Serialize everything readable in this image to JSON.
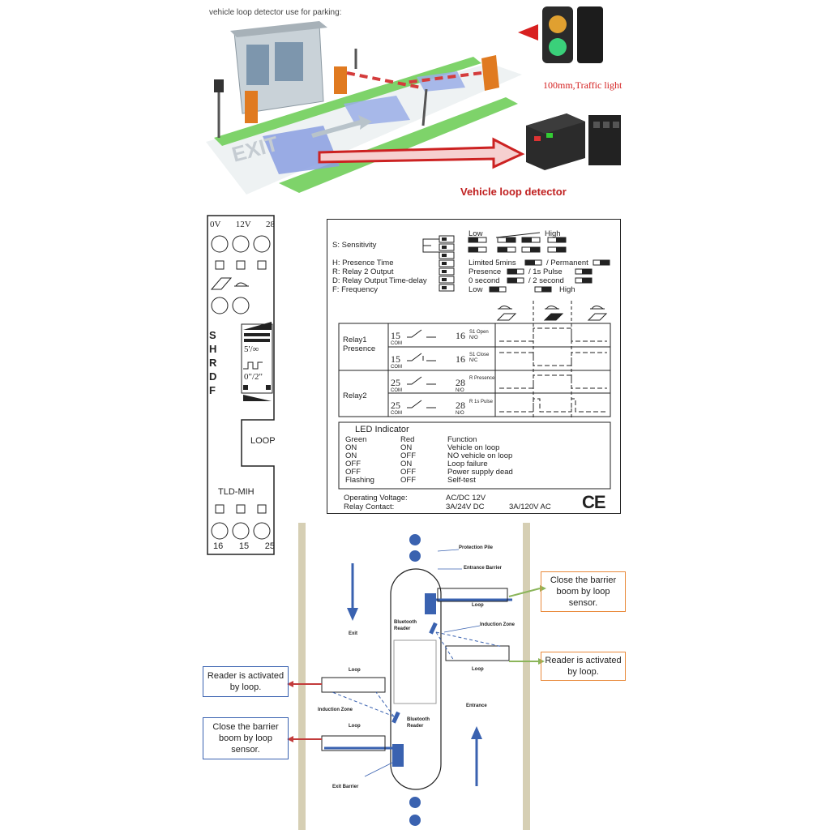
{
  "top": {
    "caption": "vehicle loop detector use for parking:",
    "traffic_label": "100mm,Traffic light",
    "detector_label": "Vehicle loop detector",
    "ground_text": "EXIT",
    "colors": {
      "lane": "#7ed36a",
      "loop": "#8a9fe0",
      "arrow": "#cc2222",
      "barrier": "#e07a20"
    }
  },
  "module": {
    "top_terminals": [
      "0V",
      "12V",
      "28"
    ],
    "switch_letters": [
      "S",
      "H",
      "R",
      "D",
      "F"
    ],
    "switch_notes": [
      "5'/∞",
      "0\"/2\""
    ],
    "loop_label": "LOOP",
    "model": "TLD-MIH",
    "bottom_terminals": [
      "16",
      "15",
      "25"
    ]
  },
  "spec": {
    "sens_low": "Low",
    "sens_high": "High",
    "settings": [
      "S: Sensitivity",
      "H: Presence Time",
      "R: Relay 2 Output",
      "D: Relay Output Time-delay",
      "F: Frequency"
    ],
    "options": {
      "h_a": "Limited 5mins",
      "h_b": "/ Permanent",
      "r_a": "Presence",
      "r_b": "/ 1s Pulse",
      "d_a": "0 second",
      "d_b": "/ 2 second",
      "f_a": "Low",
      "f_b": "High"
    },
    "relay1": "Relay1 Presence",
    "relay2": "Relay2",
    "contacts": {
      "r1a_l": "15",
      "r1a_r": "16",
      "r1a_n": "S1 Open N/O",
      "r1b_l": "15",
      "r1b_r": "16",
      "r1b_n": "S1 Close N/C",
      "r2a_l": "25",
      "r2a_r": "28",
      "r2a_n": "R Presence",
      "r2b_l": "25",
      "r2b_r": "28",
      "r2b_n": "R 1s Pulse",
      "com": "COM",
      "no": "N/O"
    },
    "led_title": "LED Indicator",
    "led_headers": [
      "Green",
      "Red",
      "Function"
    ],
    "led_rows": [
      [
        "ON",
        "ON",
        "Vehicle on loop"
      ],
      [
        "ON",
        "OFF",
        "NO vehicle on loop"
      ],
      [
        "OFF",
        "ON",
        "Loop failure"
      ],
      [
        "OFF",
        "OFF",
        "Power supply dead"
      ],
      [
        "Flashing",
        "OFF",
        "Self-test"
      ]
    ],
    "op_voltage_label": "Operating Voltage:",
    "op_voltage": "AC/DC 12V",
    "relay_contact_label": "Relay Contact:",
    "relay_contact_a": "3A/24V DC",
    "relay_contact_b": "3A/120V AC",
    "ce": "CE"
  },
  "layout": {
    "protection_pile": "Protection Pile",
    "entrance_barrier": "Entrance Barrier",
    "loop": "Loop",
    "bluetooth_reader": "Bluetooth Reader",
    "induction_zone": "Induction Zone",
    "exit": "Exit",
    "entrance": "Entrance",
    "exit_barrier": "Exit Barrier",
    "callout_close": "Close the barrier boom by loop sensor.",
    "callout_reader": "Reader is activated by loop.",
    "colors": {
      "blue": "#3a62b0",
      "frame": "#d6cfb4",
      "orange": "#e98a3c",
      "green": "#8bb55a",
      "red": "#c23b3b"
    }
  }
}
